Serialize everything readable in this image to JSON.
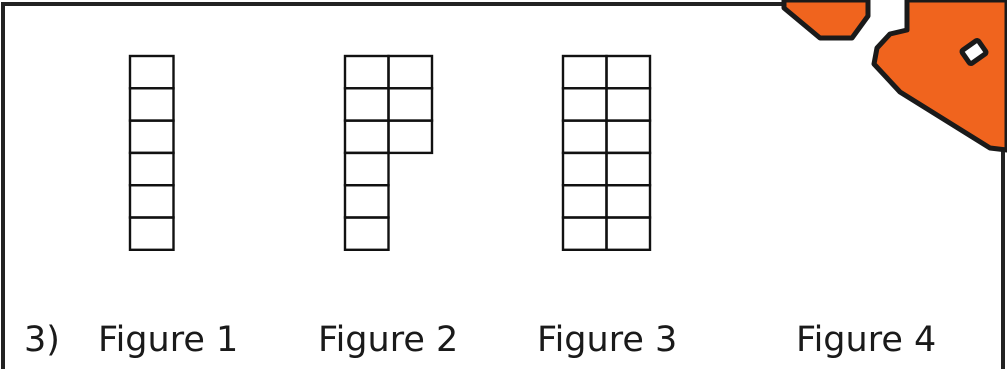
{
  "question_number": "3)",
  "figures": [
    {
      "label": "Figure 1",
      "squares_per_column": [
        6
      ]
    },
    {
      "label": "Figure 2",
      "squares_per_column": [
        6,
        3
      ]
    },
    {
      "label": "Figure 3",
      "squares_per_column": [
        6,
        6
      ]
    },
    {
      "label": "Figure 4",
      "squares_per_column": []
    }
  ],
  "colors": {
    "grid_line": "#111111",
    "border": "#222222",
    "logo_fill": "#f0641e",
    "logo_outline": "#1a1a1a",
    "logo_window": "#ffffff"
  }
}
